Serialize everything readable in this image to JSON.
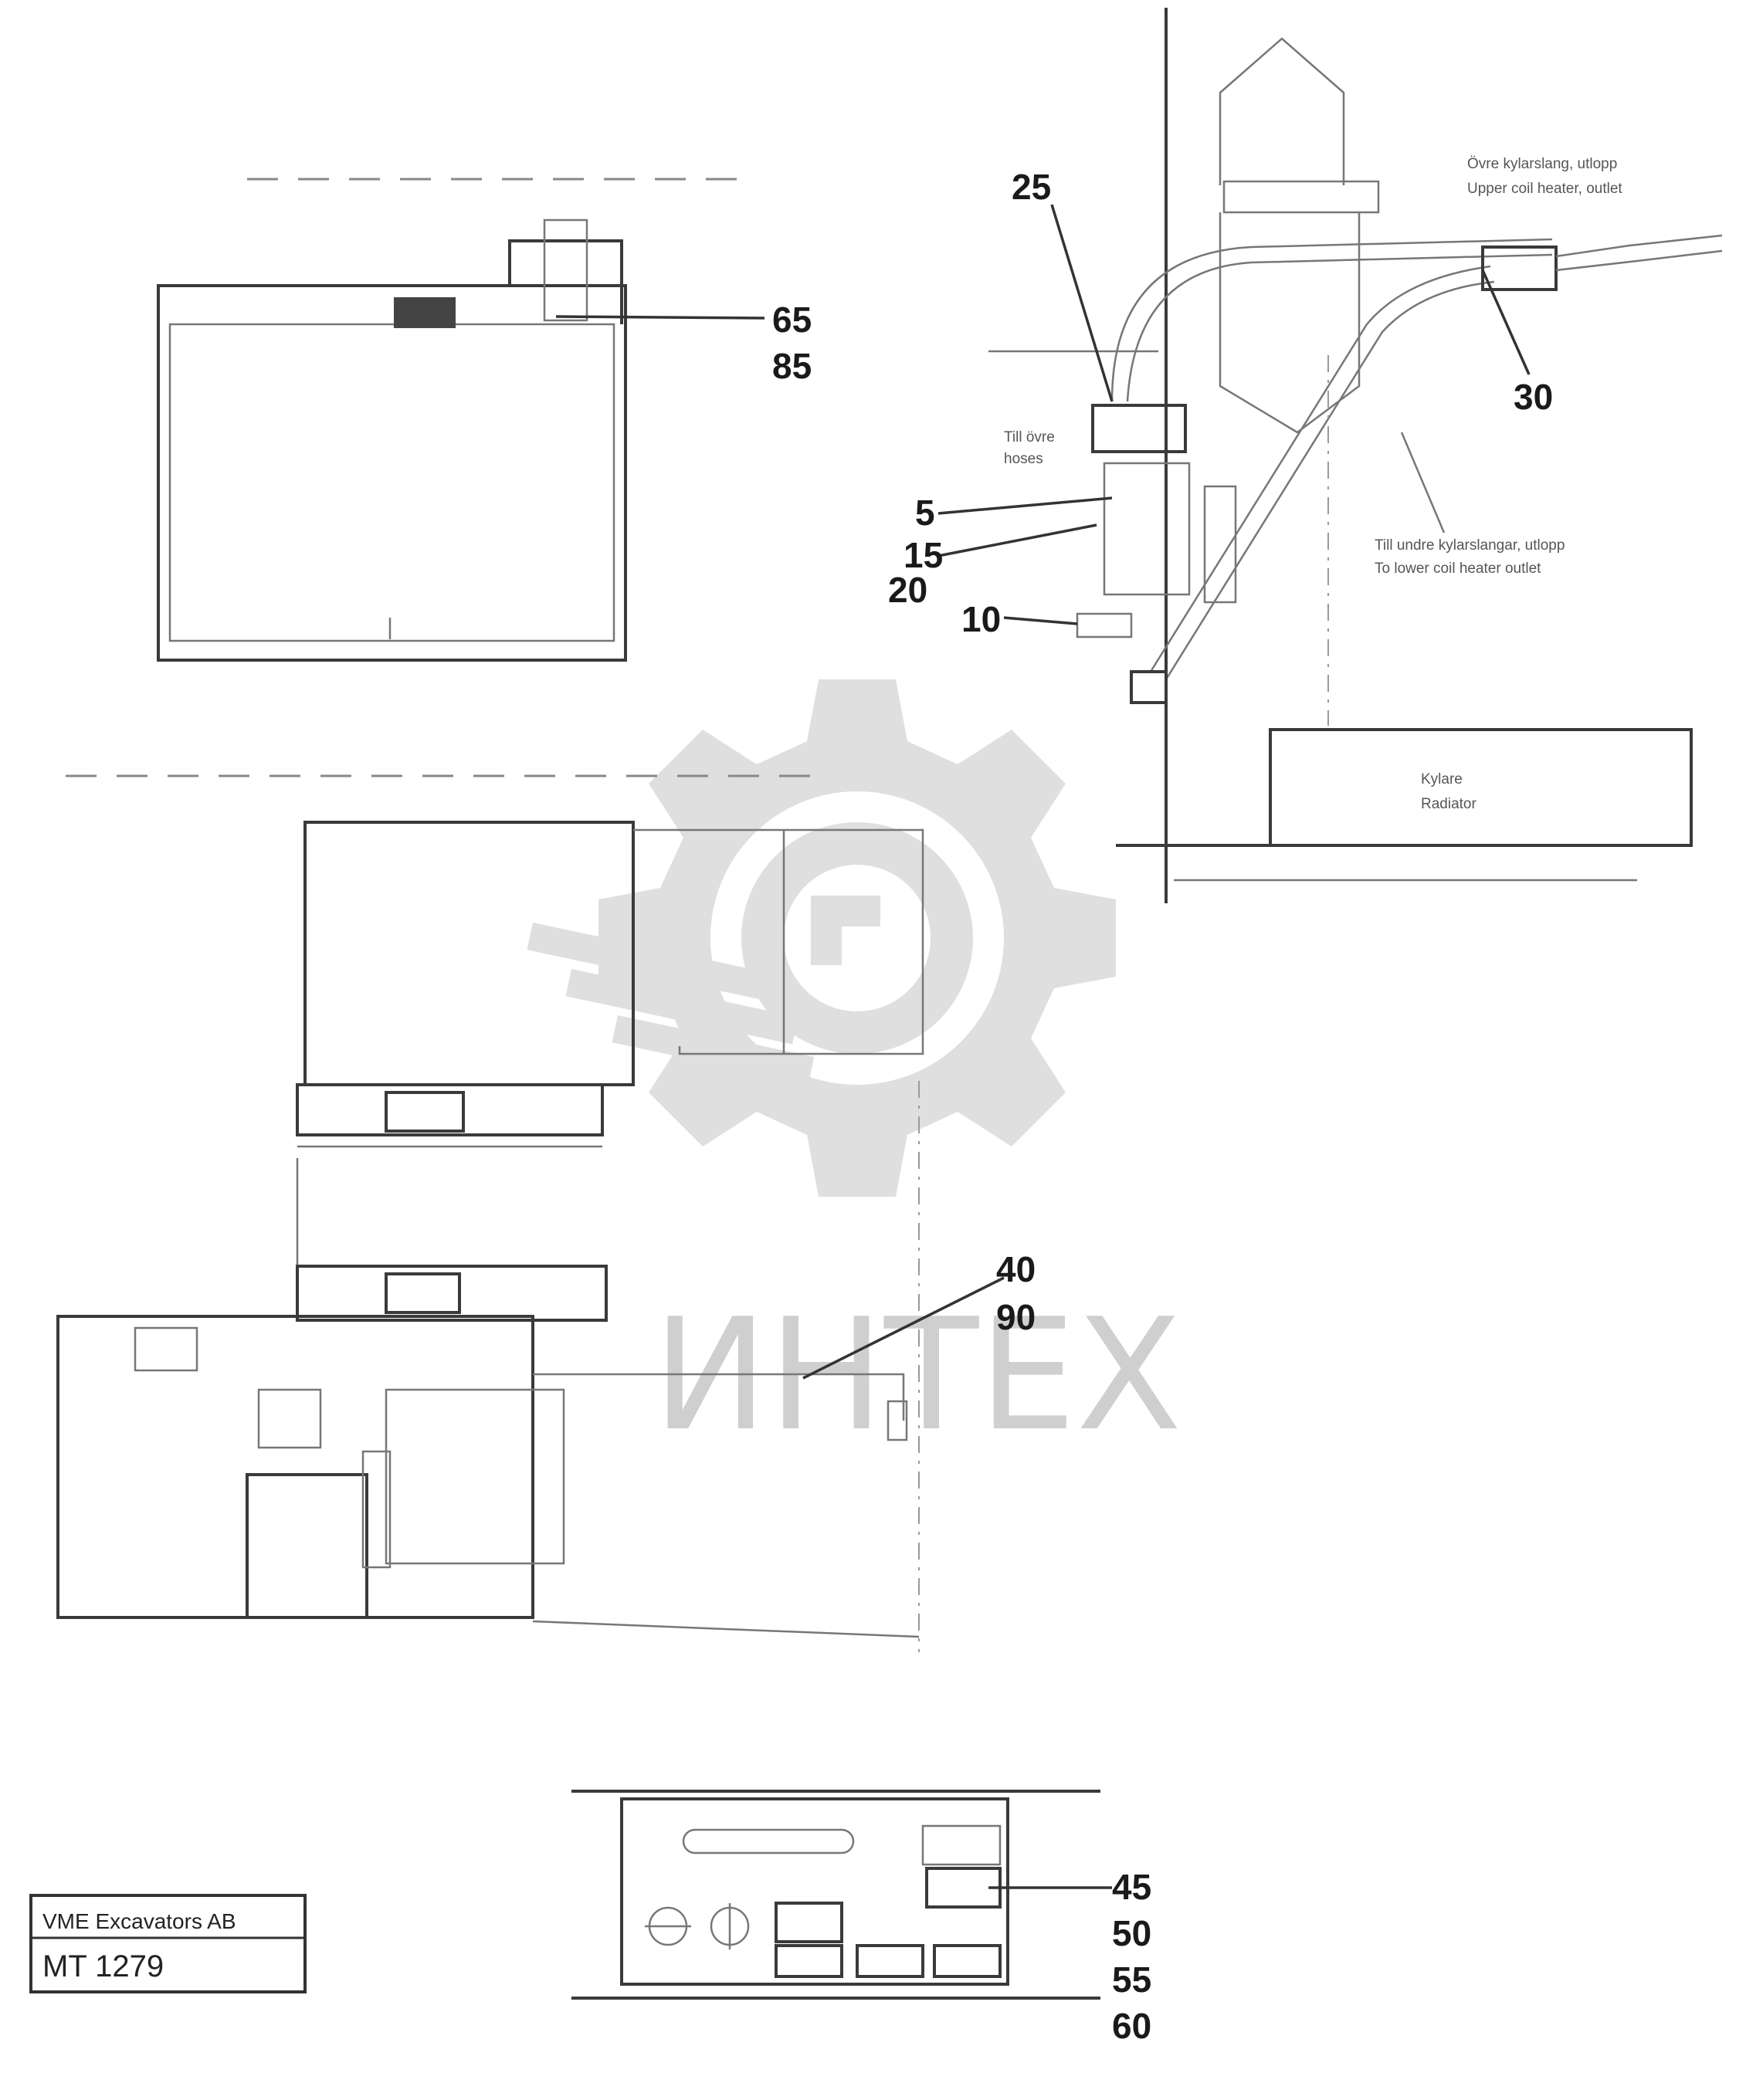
{
  "callouts": {
    "c65": "65",
    "c85": "85",
    "c25": "25",
    "c30": "30",
    "c5": "5",
    "c15": "15",
    "c20": "20",
    "c10": "10",
    "c40": "40",
    "c90": "90",
    "c45": "45",
    "c50": "50",
    "c55": "55",
    "c60": "60"
  },
  "notes": {
    "upper_feed_1": "Övre kylarslang, utlopp",
    "upper_feed_2": "Upper coil heater, outlet",
    "left_note_1": "Till övre",
    "left_note_2": "hoses",
    "lower_feed_1": "Till undre kylarslangar, utlopp",
    "lower_feed_2": "To lower coil heater outlet",
    "radiator_1": "Kylare",
    "radiator_2": "Radiator"
  },
  "stamp": {
    "company": "VME Excavators AB",
    "code": "MT 1279"
  },
  "watermark": {
    "text": "ИНТЕХ",
    "color": "#d0d0d0"
  },
  "colors": {
    "line": "#3a3a3a",
    "background": "#ffffff"
  }
}
